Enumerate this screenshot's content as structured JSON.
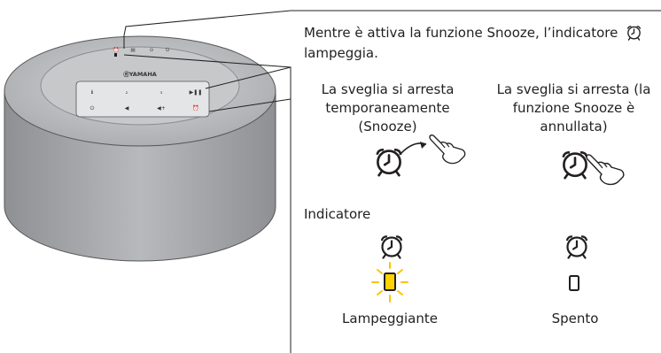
{
  "device": {
    "brand": "ⓇYAMAHA",
    "buttons": [
      "ℹ",
      "₂",
      "₃",
      "▶❚❚",
      "⏻",
      "◀",
      "◀+",
      "⏰"
    ],
    "top_icons": [
      "⏰",
      "▤",
      "⊙",
      "⏻"
    ]
  },
  "callout": {
    "intro": "Mentre è attiva la funzione Snooze, l’indicatore",
    "intro_end": "lampeggia.",
    "left_case": [
      "La sveglia si arresta",
      "temporaneamente",
      "(Snooze)"
    ],
    "right_case": [
      "La sveglia si arresta (la",
      "funzione Snooze è",
      "annullata)"
    ],
    "indicator_heading": "Indicatore",
    "state_left": "Lampeggiante",
    "state_right": "Spento"
  },
  "colors": {
    "lamp_lit": "#FFD200",
    "lamp_rays": "#F7C600",
    "outline": "#231F20",
    "speaker_body": "#A7A9AC",
    "speaker_top": "#BCBEC0"
  }
}
